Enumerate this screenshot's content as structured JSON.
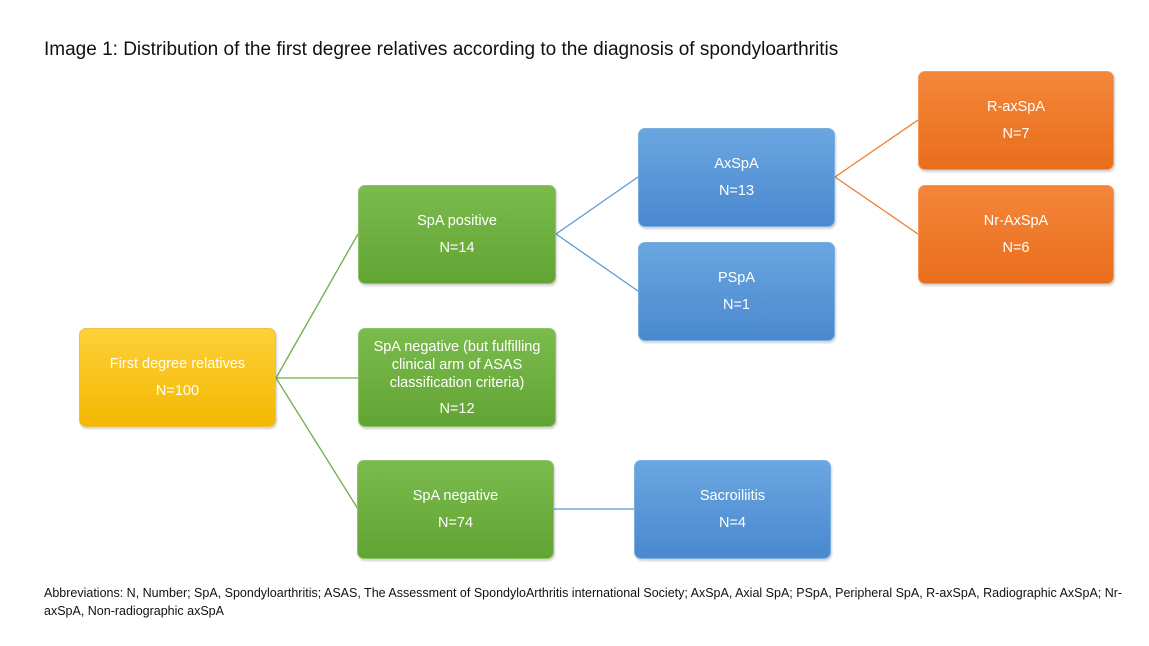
{
  "title": "Image 1: Distribution of the first degree relatives according to the diagnosis of spondyloarthritis",
  "colors": {
    "yellow": "#f5bb0a",
    "green": "#6aaa3c",
    "blue": "#5497d8",
    "orange": "#ee7828",
    "line_green": "#70ad47",
    "line_blue": "#5b9bd5",
    "line_orange": "#ed7d31"
  },
  "nodes": {
    "root": {
      "label": "First degree relatives",
      "n": "N=100"
    },
    "spa_positive": {
      "label": "SpA positive",
      "n": "N=14"
    },
    "spa_negative_asas": {
      "label": "SpA negative (but fulfilling clinical arm of ASAS classification criteria)",
      "n": "N=12"
    },
    "spa_negative": {
      "label": "SpA negative",
      "n": "N=74"
    },
    "axspa": {
      "label": "AxSpA",
      "n": "N=13"
    },
    "pspa": {
      "label": "PSpA",
      "n": "N=1"
    },
    "sacroiliitis": {
      "label": "Sacroiliitis",
      "n": "N=4"
    },
    "r_axspa": {
      "label": "R-axSpA",
      "n": "N=7"
    },
    "nr_axspa": {
      "label": "Nr-AxSpA",
      "n": "N=6"
    }
  },
  "edges": [
    [
      "root",
      "spa_positive"
    ],
    [
      "root",
      "spa_negative_asas"
    ],
    [
      "root",
      "spa_negative"
    ],
    [
      "spa_positive",
      "axspa"
    ],
    [
      "spa_positive",
      "pspa"
    ],
    [
      "spa_negative",
      "sacroiliitis"
    ],
    [
      "axspa",
      "r_axspa"
    ],
    [
      "axspa",
      "nr_axspa"
    ]
  ],
  "abbreviations": "Abbreviations: N, Number; SpA, Spondyloarthritis; ASAS, The Assessment of SpondyloArthritis international Society; AxSpA, Axial SpA; PSpA, Peripheral SpA, R-axSpA, Radiographic AxSpA; Nr-axSpA, Non-radiographic axSpA"
}
